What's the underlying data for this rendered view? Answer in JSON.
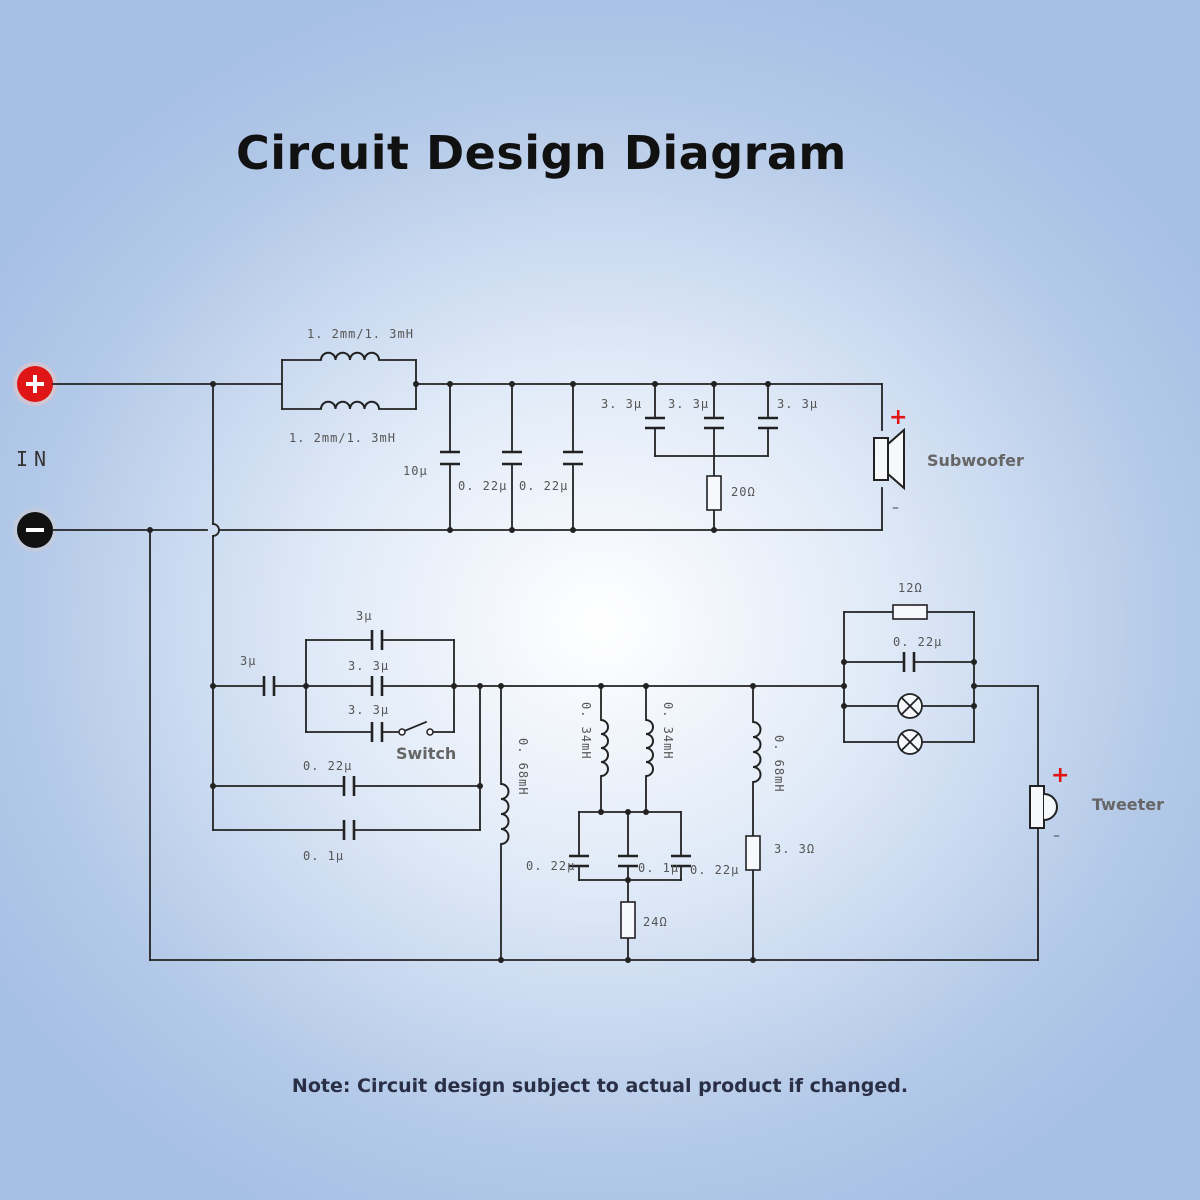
{
  "title": "Circuit Design Diagram",
  "note": "Note: Circuit design subject to actual product if changed.",
  "colors": {
    "positive_terminal": "#e01515",
    "negative_terminal": "#111111",
    "wire": "#222222"
  },
  "input": {
    "label": "IN"
  },
  "subwoofer": {
    "label": "Subwoofer",
    "plus": "+",
    "minus": "–",
    "inductor_top": "1. 2mm/1. 3mH",
    "inductor_bottom": "1. 2mm/1. 3mH",
    "cap_10u": "10µ",
    "cap_022_a": "0. 22µ",
    "cap_022_b": "0. 22µ",
    "cap_33_a": "3. 3µ",
    "cap_33_b": "3. 3µ",
    "cap_33_c": "3. 3µ",
    "res_20": "20Ω"
  },
  "tweeter": {
    "label": "Tweeter",
    "plus": "+",
    "minus": "–",
    "cap_3u_series": "3µ",
    "cap_3u_top": "3µ",
    "cap_33_mid": "3. 3µ",
    "cap_33_switch": "3. 3µ",
    "switch": "Switch",
    "cap_022_bypass": "0. 22µ",
    "cap_01_bypass": "0. 1µ",
    "ind_068_a": "0. 68mH",
    "ind_034_a": "0. 34mH",
    "ind_034_b": "0. 34mH",
    "cap_022_c": "0. 22µ",
    "cap_01_c": "0. 1µ",
    "cap_022_d": "0. 22µ",
    "res_24": "24Ω",
    "ind_068_b": "0. 68mH",
    "res_33": "3. 3Ω",
    "res_12": "12Ω",
    "cap_022_e": "0. 22µ"
  }
}
